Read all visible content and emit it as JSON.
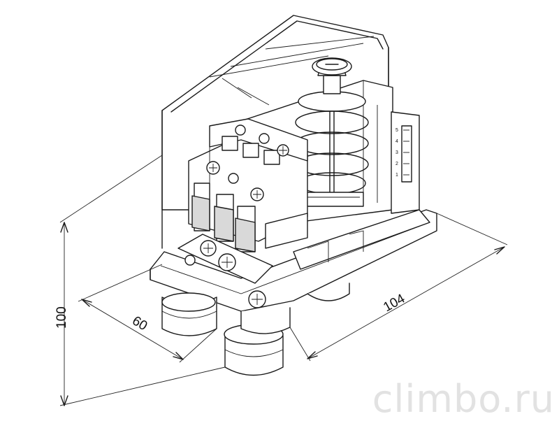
{
  "dimensions": {
    "height_label": "100",
    "depth_label": "60",
    "width_label": "104"
  },
  "scale": {
    "marks": [
      "5",
      "4",
      "3",
      "2",
      "1"
    ]
  },
  "watermark": {
    "text": "climbo.ru"
  }
}
